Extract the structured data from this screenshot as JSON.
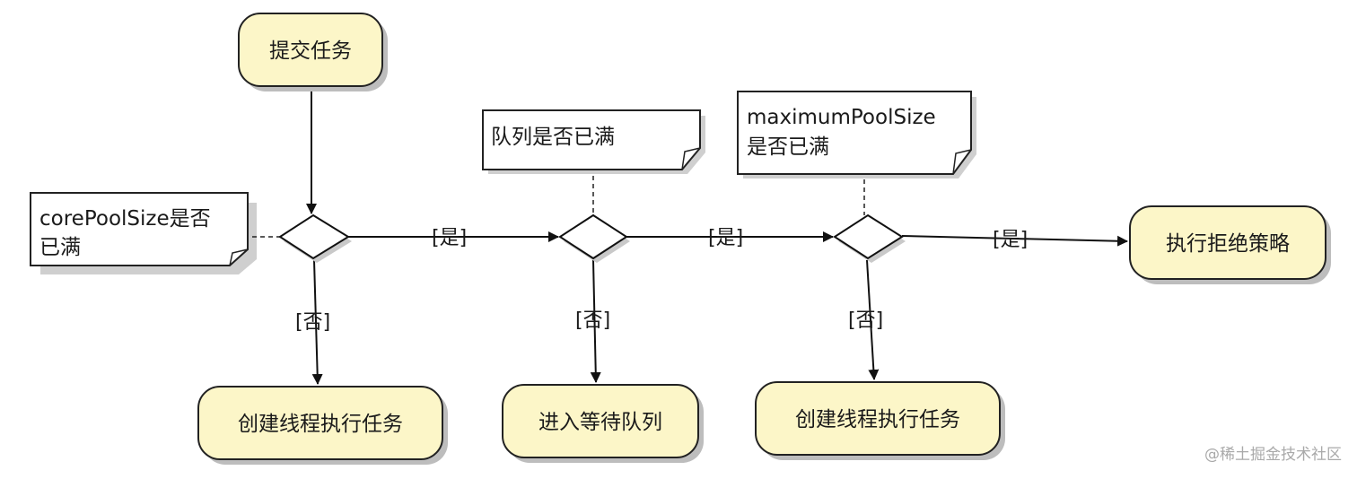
{
  "nodes": {
    "submit": "提交任务",
    "create_core": "创建线程执行任务",
    "enqueue": "进入等待队列",
    "create_max": "创建线程执行任务",
    "reject": "执行拒绝策略"
  },
  "notes": {
    "core_line1": "corePoolSize是否",
    "core_line2": "已满",
    "queue_line1": "队列是否已满",
    "max_line1": "maximumPoolSize",
    "max_line2": "是否已满"
  },
  "edge_labels": {
    "yes_1": "[是]",
    "yes_2": "[是]",
    "yes_3": "[是]",
    "no_1": "[否]",
    "no_2": "[否]",
    "no_3": "[否]"
  },
  "watermark": "@稀土掘金技术社区",
  "colors": {
    "node_fill": "#fcf6c8",
    "stroke": "#222222",
    "shadow": "#b8b8b8",
    "note_fill": "#ffffff"
  }
}
